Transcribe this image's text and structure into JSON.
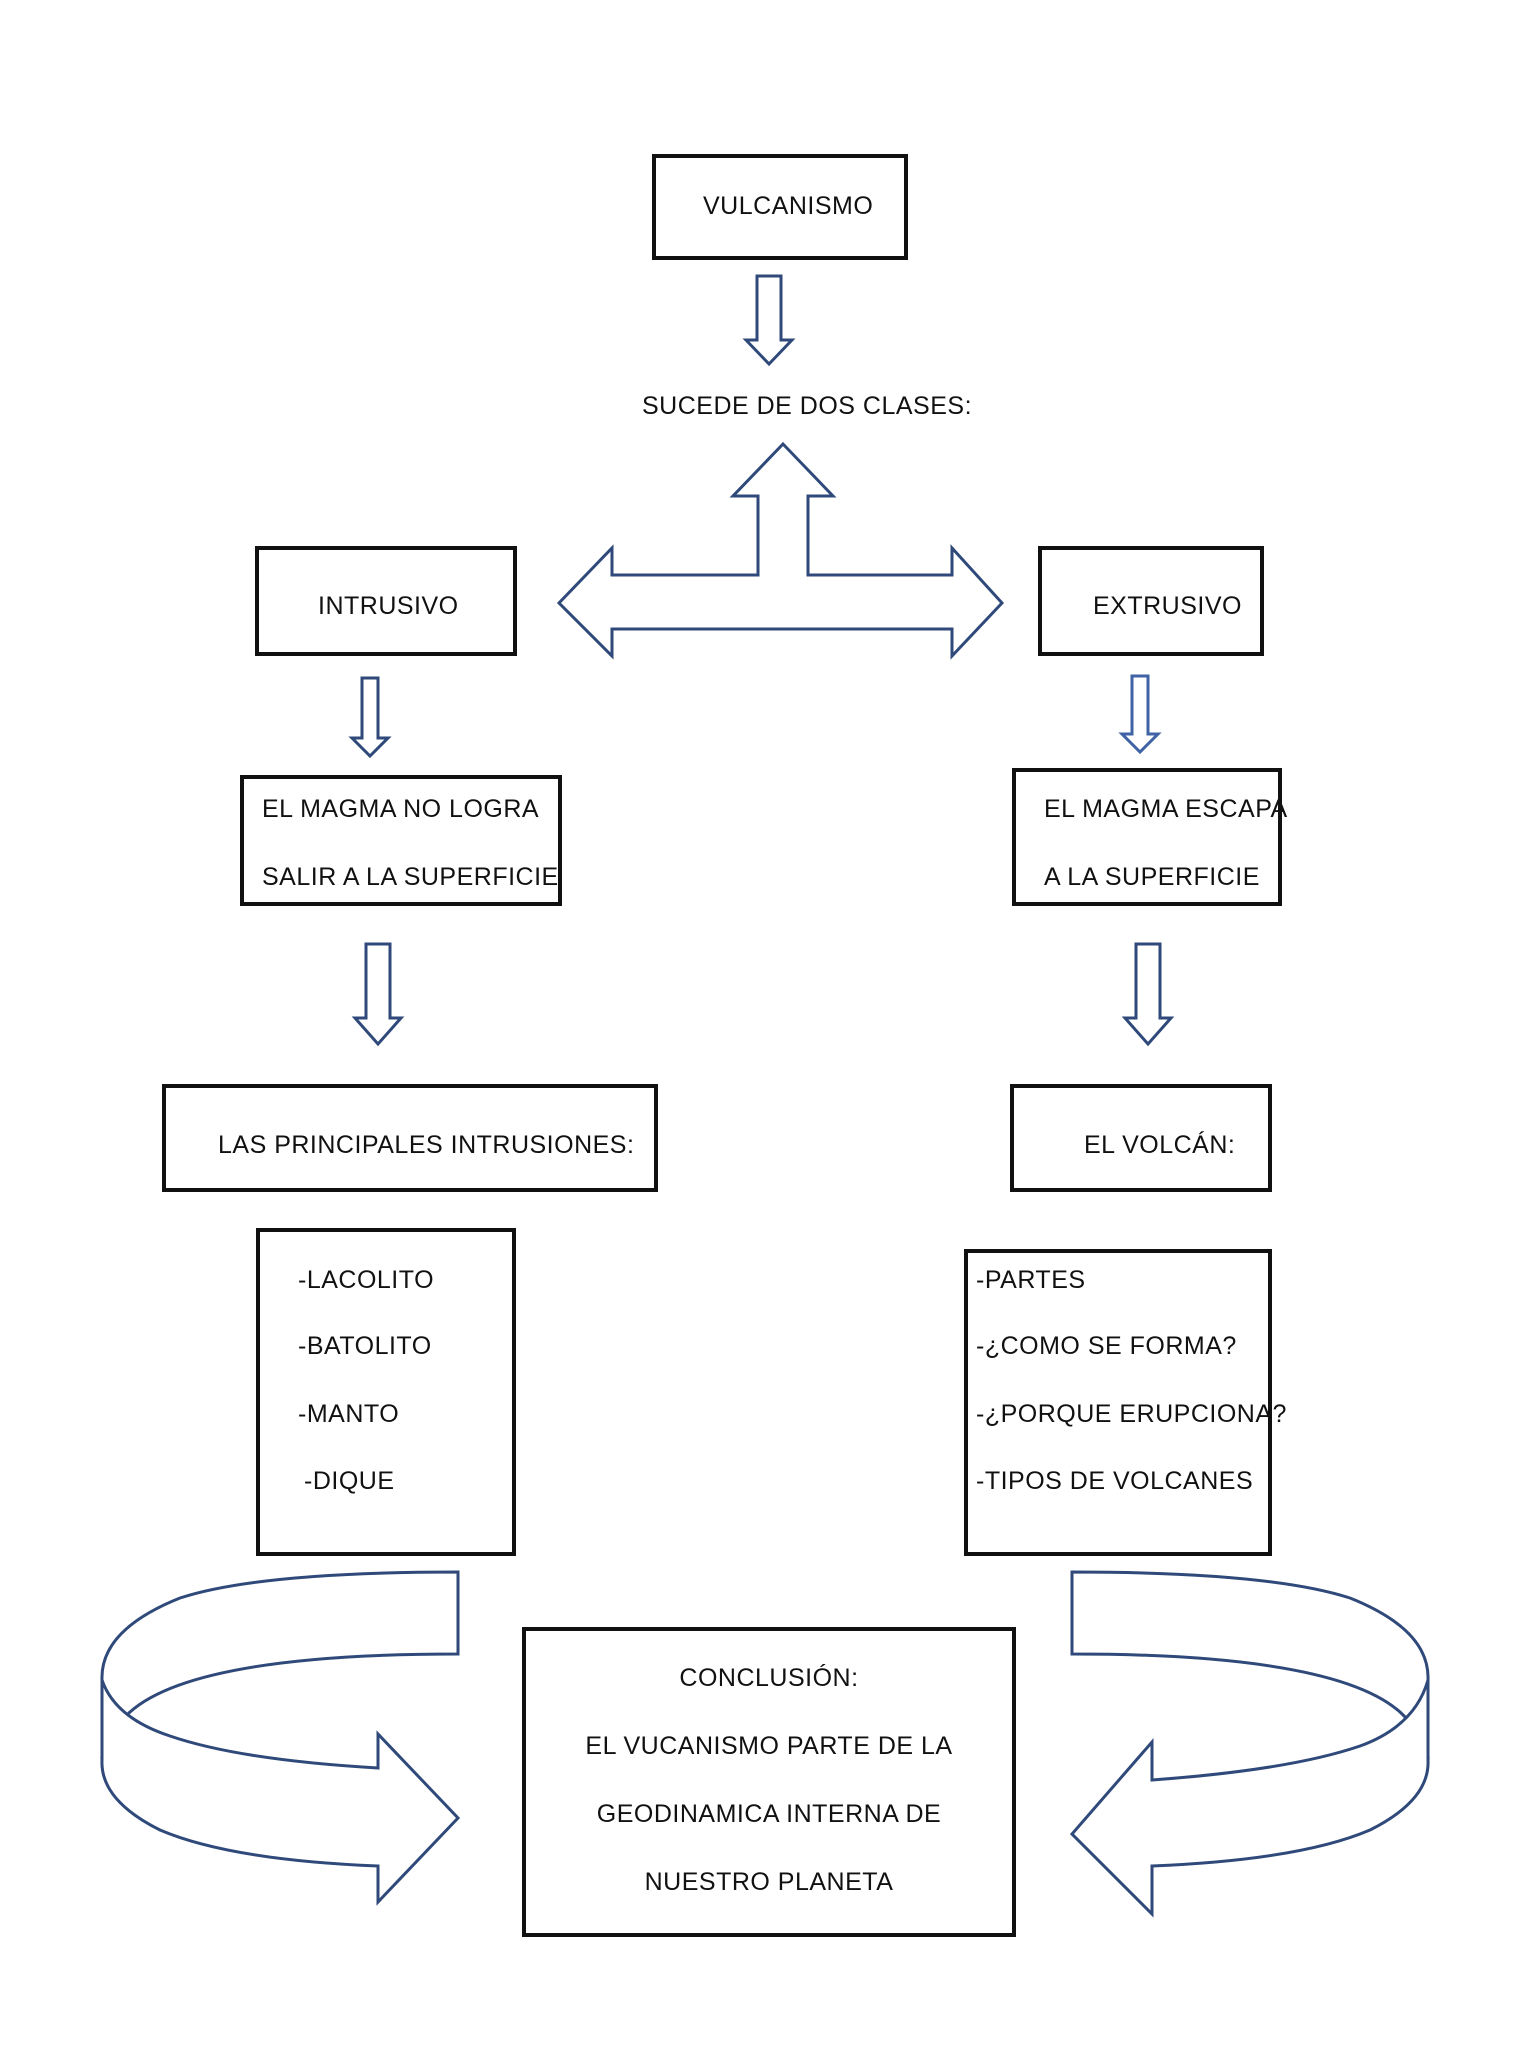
{
  "top": {
    "title": "VULCANISMO",
    "subtitle": "SUCEDE DE DOS CLASES:"
  },
  "left": {
    "type": "INTRUSIVO",
    "desc_line1": "EL MAGMA NO LOGRA",
    "desc_line2": "SALIR A LA SUPERFICIE",
    "heading": "LAS PRINCIPALES INTRUSIONES:",
    "items": [
      "-LACOLITO",
      "-BATOLITO",
      "-MANTO",
      "-DIQUE"
    ]
  },
  "right": {
    "type": "EXTRUSIVO",
    "desc_line1": "EL MAGMA ESCAPA",
    "desc_line2": "A LA SUPERFICIE",
    "heading": "EL VOLCÁN:",
    "items": [
      "-PARTES",
      "-¿COMO SE FORMA?",
      "-¿PORQUE ERUPCIONA?",
      "-TIPOS DE VOLCANES"
    ]
  },
  "conclusion": {
    "lines": [
      "CONCLUSIÓN:",
      "EL VUCANISMO PARTE DE LA",
      "GEODINAMICA INTERNA DE",
      "NUESTRO PLANETA"
    ]
  },
  "colors": {
    "arrow_stroke": "#2f4a7a",
    "arrow_stroke_light": "#3f63a6",
    "box_border": "#111111"
  }
}
